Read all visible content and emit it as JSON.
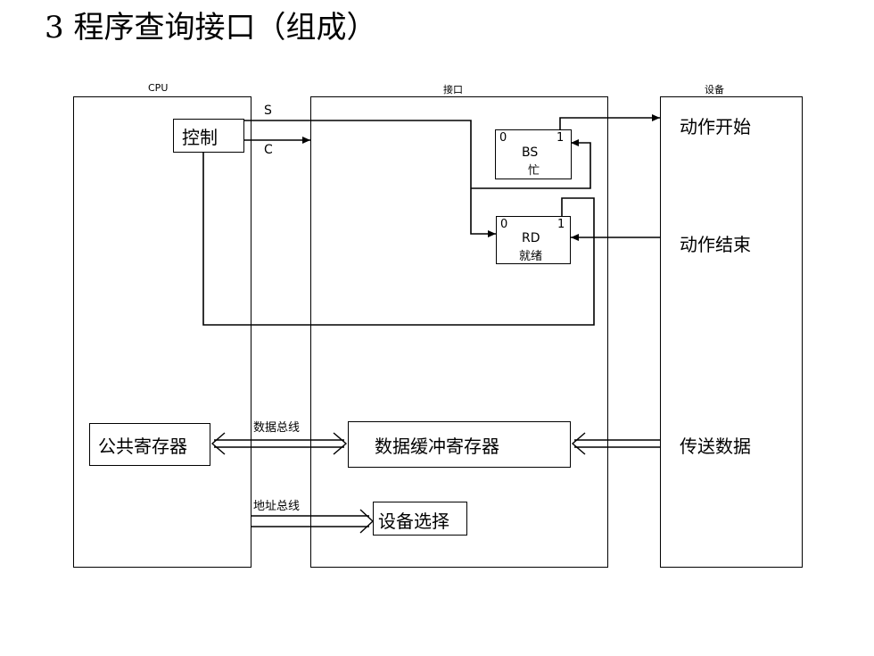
{
  "title": "3 程序查询接口（组成）",
  "columns": {
    "cpu": "CPU",
    "interface": "接口",
    "device": "设备"
  },
  "cpu": {
    "control": "控制",
    "common_register": "公共寄存器"
  },
  "signals": {
    "s": "S",
    "c": "C"
  },
  "interface": {
    "bs": {
      "left": "0",
      "right": "1",
      "name": "BS",
      "sub": "忙"
    },
    "rd": {
      "left": "0",
      "right": "1",
      "name": "RD",
      "sub": "就绪"
    },
    "data_buffer": "数据缓冲寄存器",
    "device_select": "设备选择"
  },
  "device": {
    "action_start": "动作开始",
    "action_end": "动作结束",
    "transfer_data": "传送数据"
  },
  "buses": {
    "data_bus": "数据总线",
    "address_bus": "地址总线"
  }
}
